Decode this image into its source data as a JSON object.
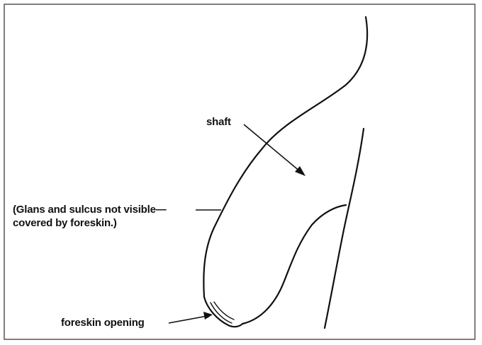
{
  "labels": {
    "shaft": "shaft",
    "note_line1": "(Glans and sulcus not visible—",
    "note_line2": "covered by foreskin.)",
    "foreskin_opening": "foreskin opening"
  },
  "colors": {
    "ink": "#111111",
    "background": "#ffffff",
    "frame": "#555555"
  }
}
